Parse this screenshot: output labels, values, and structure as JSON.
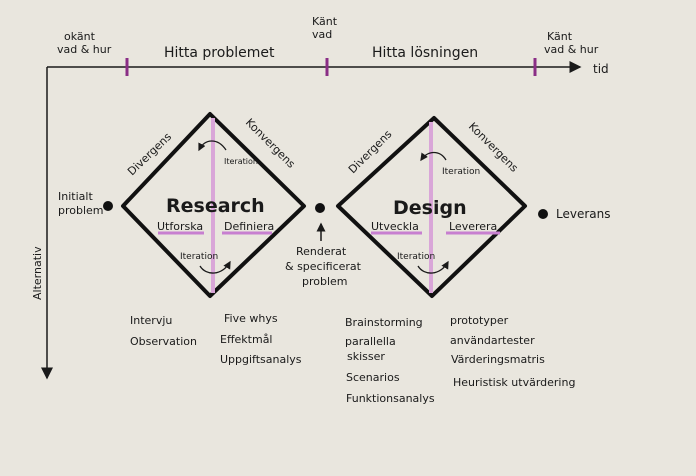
{
  "timeline": {
    "unknown_label_line1": "okänt",
    "unknown_label_line2": "vad & hur",
    "phase_problem": "Hitta problemet",
    "known_what_line1": "Känt",
    "known_what_line2": "vad",
    "phase_solution": "Hitta lösningen",
    "known_all_line1": "Känt",
    "known_all_line2": "vad & hur",
    "axis_label": "tid"
  },
  "vertical_axis_label": "Alternativ",
  "start_point": {
    "line1": "Initialt",
    "line2": "problem"
  },
  "middle_point": {
    "line1": "Renderat",
    "line2": "& specificerat",
    "line3": "problem"
  },
  "end_point": {
    "label": "Leverans"
  },
  "research": {
    "title": "Research",
    "divergent": "Divergens",
    "convergent": "Konvergens",
    "iteration_top": "Iteration",
    "iteration_bottom": "Iteration",
    "left_sub": "Utforska",
    "right_sub": "Definiera"
  },
  "design": {
    "title": "Design",
    "divergent": "Divergens",
    "convergent": "Konvergens",
    "iteration_top": "Iteration",
    "iteration_bottom": "Iteration",
    "left_sub": "Utveckla",
    "right_sub": "Leverera"
  },
  "methods": {
    "explore": [
      "Intervju",
      "Observation"
    ],
    "define": [
      "Five whys",
      "Effektmål",
      "Uppgiftsanalys"
    ],
    "develop": [
      "Brainstorming",
      "parallella",
      "skisser",
      "Scenarios",
      "Funktionsanalys"
    ],
    "deliver": [
      "prototyper",
      "användartester",
      "Värderingsmatris",
      "Heuristisk utvärdering"
    ]
  },
  "colors": {
    "background": "#e9e6de",
    "ink": "#1a1a1a",
    "accent_pink": "#c77fd0",
    "divider_pink": "#d9a6d8"
  }
}
